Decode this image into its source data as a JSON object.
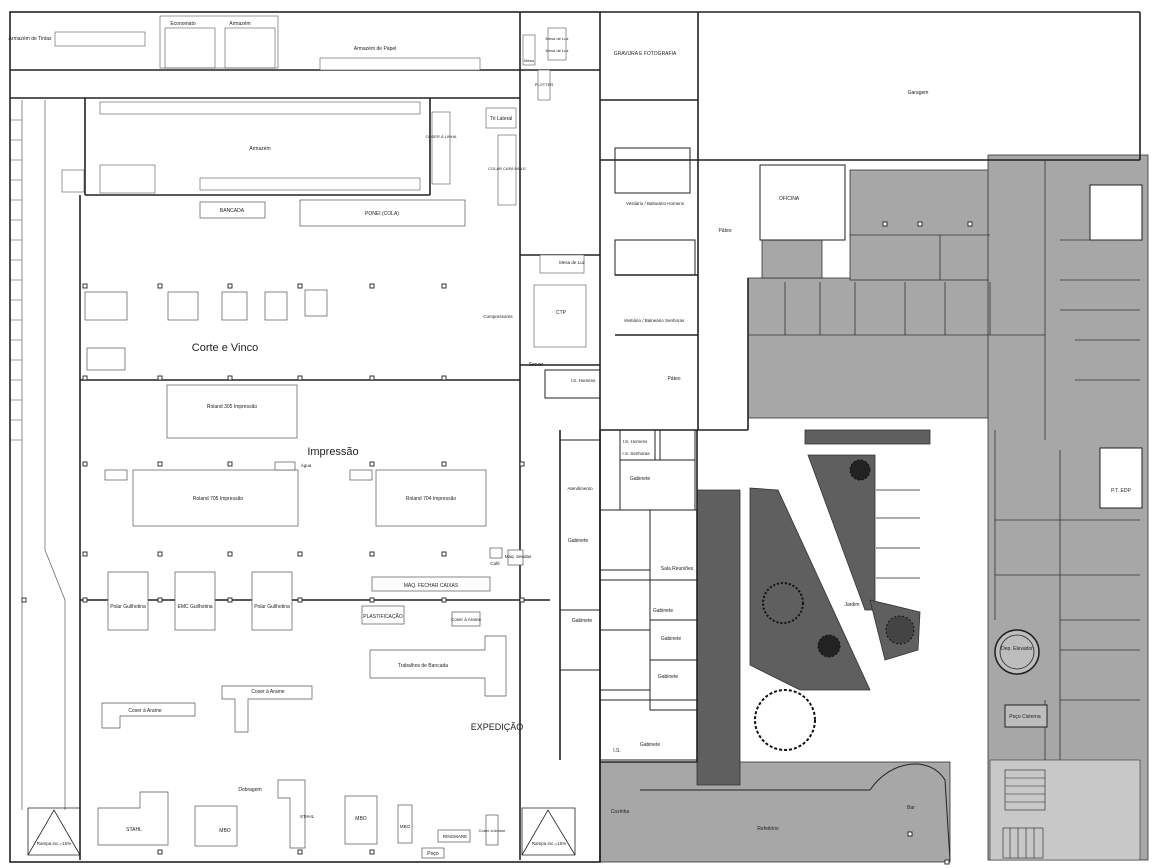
{
  "labels": {
    "armazem_tintas": "Armazém de Tintas",
    "economato": "Economato",
    "armazem_small": "Armazém",
    "armazem_papel": "Armazém de Papel",
    "mesa_luz_1": "Mesa de Luz",
    "mesa_luz_2": "Mesa de Luz",
    "mesa": "Mesa",
    "plotter": "PLOTTER",
    "gravura": "GRAVURA E FOTOGRAFIA",
    "garagem": "Garagem",
    "armazem_main": "Armazém",
    "coser_linha": "COSER À LINHA",
    "tri_lateral": "Tri Lateral",
    "colar_capa": "COLAR CAPA MOLE",
    "bancada": "BANCADA",
    "ponei": "PONEI (COLA)",
    "vestiario_homens": "Vestiário / Balneário Homens",
    "oficina": "OFICINA",
    "pateo_1": "Páteo",
    "mesa_luz_3": "Mesa de Luz",
    "ctp": "CTP",
    "compressores": "Compressores",
    "vestiario_senhoras": "Vestiário / Balneário Senhoras",
    "corte_vinco": "Corte e Vinco",
    "server": "Server",
    "is_homens_1": "I.S. Homens",
    "pateo_2": "Páteo",
    "roland_305": "Roland 305 Impressão",
    "impressao": "Impressão",
    "agua": "Água",
    "is_homens_2": "I.S. Homens",
    "is_senhoras": "I.S. Senhoras",
    "gabinete_1": "Gabinete",
    "atendimento": "Atendimento",
    "roland_705": "Roland 705 Impressão",
    "roland_704": "Roland 704 Impressão",
    "pt_edp": "P.T. EDP",
    "gabinete_2": "Gabinete",
    "cafe": "Café",
    "maq_sendas": "Máq. Sendas",
    "sala_reunioes": "Sala Reuniões",
    "mq_fechar": "MÁQ. FECHAR CAIXAS",
    "polar_1": "Polar Guilhotina",
    "emc": "EMC Guilhotina",
    "polar_2": "Polar Guilhotina",
    "plastificacao": "PLASTIFICAÇÃO",
    "coser_arame_1": "Coser à Arame",
    "gabinete_3": "Gabinete",
    "jardim": "Jardim",
    "gabinete_4": "Gabinete",
    "gabinete_5": "Gabinete",
    "dep_elevador": "Dep. Elevador",
    "trabalhos_bancada": "Trabalhos de Bancada",
    "coser_arame_2": "Coser à Arame",
    "coser_arame_3": "Coser à Arame",
    "expedicao": "EXPEDIÇÃO",
    "poco_cisterna": "Poço Cisterna",
    "gabinete_6": "Gabinete",
    "is_3": "I.S.",
    "gabinete_7": "Gabinete",
    "dobragem": "Dobragem",
    "cozinha": "Cozinha",
    "refeitorio": "Refeitório",
    "bar": "Bar",
    "stahl_1": "STAHL",
    "mbo_1": "MBO",
    "stahl_2": "STAHL",
    "mbo_2": "MBO",
    "mbo_3": "MBO",
    "ringmare": "RINGMARE",
    "coser_arame_4": "Coser à Arame",
    "poco": "Poço",
    "rampa_1": "Rampa inc.=15%",
    "rampa_2": "Rampa inc.=15%"
  },
  "colors": {
    "shaded": "#a7a7a7",
    "dark": "#5f5f5f",
    "wall": "#222222"
  }
}
